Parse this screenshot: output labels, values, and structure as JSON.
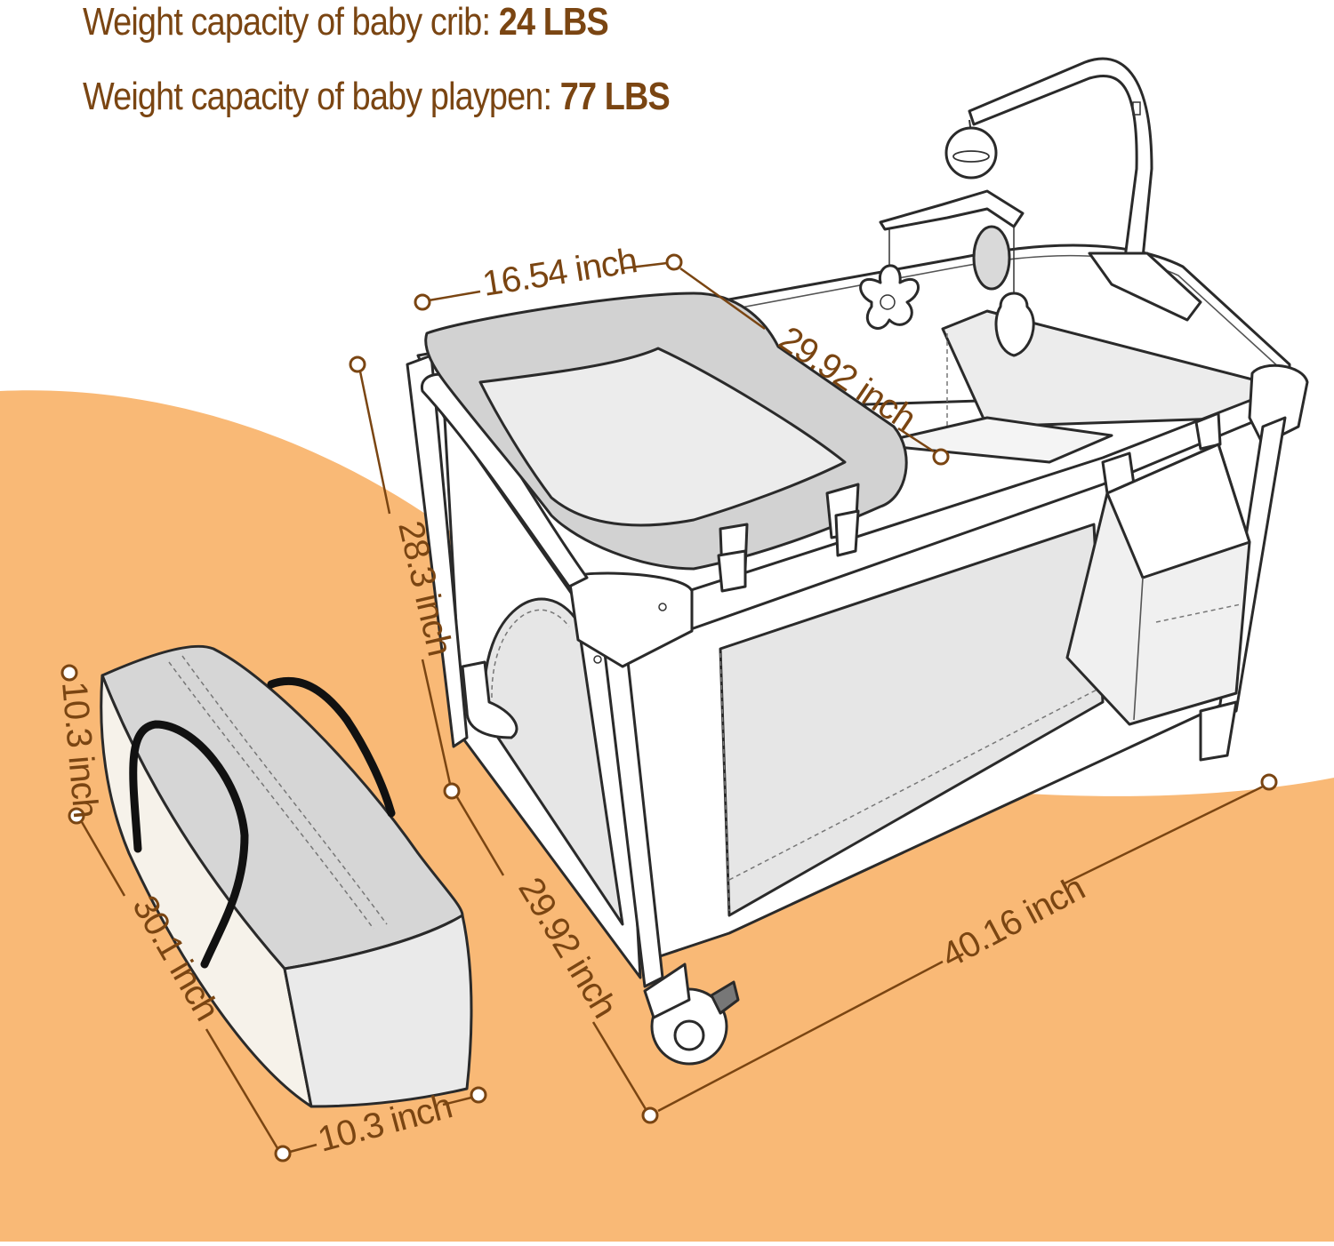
{
  "capacity": {
    "crib_label": "Weight capacity of baby crib: ",
    "crib_value": "24 LBS",
    "playpen_label": "Weight capacity of baby playpen: ",
    "playpen_value": "77 LBS"
  },
  "dimensions": {
    "changer_width": "16.54 inch",
    "changer_length": "29.92 inch",
    "height": "28.3 inch",
    "crib_width": "29.92 inch",
    "crib_length": "40.16 inch",
    "bag_height": "10.3 inch",
    "bag_length": "30.1 inch",
    "bag_width": "10.3 inch"
  },
  "colors": {
    "accent_text": "#7a4512",
    "background_wave": "#f9b976",
    "outline": "#2a2a2a",
    "fabric_gray": "#d2d2d2"
  }
}
